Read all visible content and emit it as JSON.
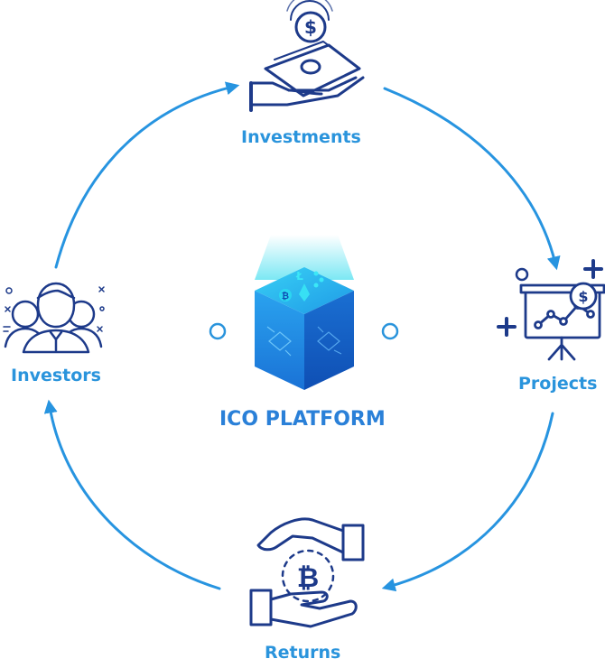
{
  "nodes": {
    "investments": "Investments",
    "investors": "Investors",
    "projects": "Projects",
    "returns": "Returns"
  },
  "center": {
    "label": "ICO PLATFORM"
  },
  "colors": {
    "icon_navy": "#1d3a8a",
    "accent_blue": "#2a94dc",
    "arrow_blue": "#2794e0",
    "cube_top": "#2ec3f2",
    "cube_left": "#1d8ee6",
    "cube_right": "#125bc4",
    "glow": "#4fe0f0"
  },
  "icons": {
    "investments": "hand-cash-coin-icon",
    "investors": "people-group-icon",
    "projects": "presentation-board-icon",
    "returns": "hands-bitcoin-exchange-icon",
    "center": "blockchain-cube-icon"
  }
}
